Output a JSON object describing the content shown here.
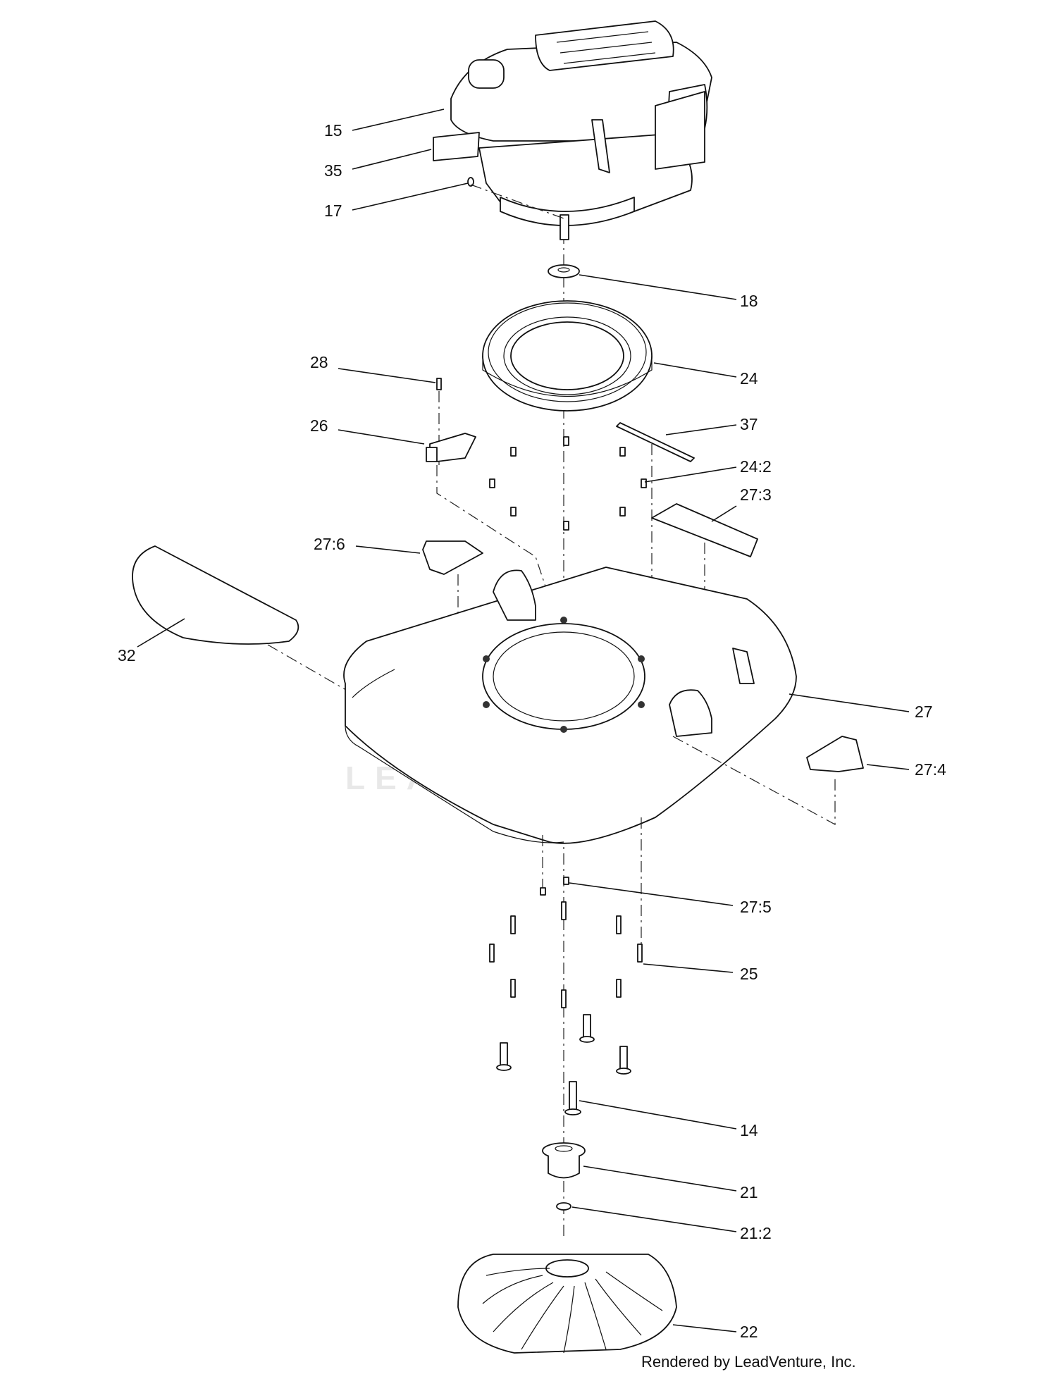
{
  "diagram": {
    "callouts": {
      "c15": "15",
      "c35": "35",
      "c17": "17",
      "c18": "18",
      "c28": "28",
      "c24": "24",
      "c26": "26",
      "c37": "37",
      "c24_2": "24:2",
      "c27_3": "27:3",
      "c27_6": "27:6",
      "c32": "32",
      "c27": "27",
      "c27_4": "27:4",
      "c27_5": "27:5",
      "c25": "25",
      "c14": "14",
      "c21": "21",
      "c21_2": "21:2",
      "c22": "22"
    },
    "watermark": "LEADVENTURE"
  },
  "footer": {
    "credit": "Rendered by LeadVenture, Inc."
  }
}
